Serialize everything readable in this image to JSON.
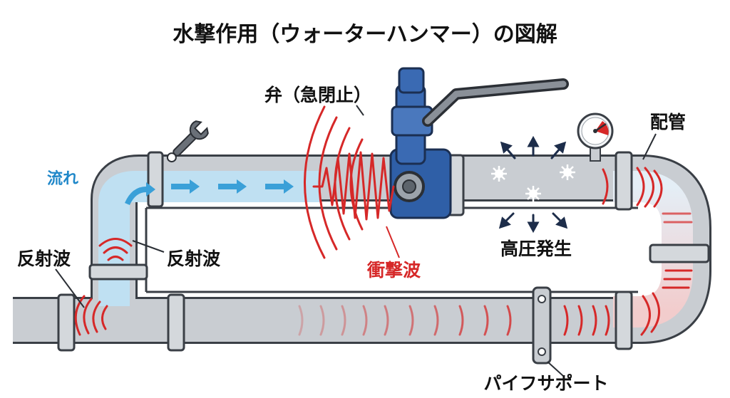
{
  "title": "水撃作用（ウォーターハンマー）の図解",
  "labels": {
    "valve": "弁（急閉止）",
    "flow": "流れ",
    "shock_wave": "衝撃波",
    "high_pressure": "高圧発生",
    "pipe": "配管",
    "reflected_left": "反射波",
    "reflected_inner": "反射波",
    "pipe_support": "パイフサポート"
  },
  "icons": [
    "wrench-icon",
    "pressure-gauge-icon",
    "valve-handle-icon",
    "burst-icon",
    "arrow-icon"
  ],
  "colors": {
    "water_light": "#bfe0f2",
    "water_pressurized": "#3b74c4",
    "shock_red": "#d62828",
    "flow_arrow": "#3aa0d8",
    "pipe_outline": "#3a3f46",
    "valve_blue": "#2f5fa7",
    "label_blue": "#1f87c9"
  }
}
